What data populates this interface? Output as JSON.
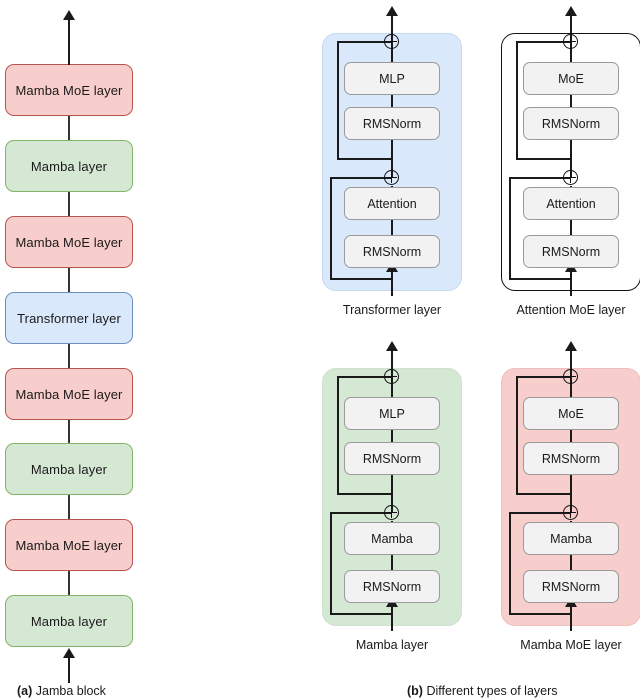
{
  "figure": {
    "left_panel": {
      "caption_prefix": "(a)",
      "caption_text": " Jamba block",
      "blocks": [
        {
          "label": "Mamba MoE layer",
          "color": "red"
        },
        {
          "label": "Mamba layer",
          "color": "green"
        },
        {
          "label": "Mamba MoE layer",
          "color": "red"
        },
        {
          "label": "Transformer layer",
          "color": "blue"
        },
        {
          "label": "Mamba MoE layer",
          "color": "red"
        },
        {
          "label": "Mamba layer",
          "color": "green"
        },
        {
          "label": "Mamba MoE layer",
          "color": "red"
        },
        {
          "label": "Mamba layer",
          "color": "green"
        }
      ]
    },
    "right_panel": {
      "caption_prefix": "(b)",
      "caption_text": " Different types of layers",
      "layers": [
        {
          "name": "Transformer layer",
          "color": "blue",
          "top_block": "MLP",
          "top_norm": "RMSNorm",
          "bottom_block": "Attention",
          "bottom_norm": "RMSNorm"
        },
        {
          "name": "Attention MoE layer",
          "color": "white",
          "top_block": "MoE",
          "top_norm": "RMSNorm",
          "bottom_block": "Attention",
          "bottom_norm": "RMSNorm"
        },
        {
          "name": "Mamba layer",
          "color": "green",
          "top_block": "MLP",
          "top_norm": "RMSNorm",
          "bottom_block": "Mamba",
          "bottom_norm": "RMSNorm"
        },
        {
          "name": "Mamba MoE layer",
          "color": "red",
          "top_block": "MoE",
          "top_norm": "RMSNorm",
          "bottom_block": "Mamba",
          "bottom_norm": "RMSNorm"
        }
      ]
    },
    "colors": {
      "red_fill": "#f8cecc",
      "red_stroke": "#b85450",
      "green_fill": "#d5e8d4",
      "green_stroke": "#82b366",
      "blue_fill": "#dae8fc",
      "blue_stroke": "#6c8ebf",
      "inner_fill": "#f2f2f2",
      "inner_stroke": "#9a9a9a",
      "line": "#1a1a1a"
    }
  }
}
